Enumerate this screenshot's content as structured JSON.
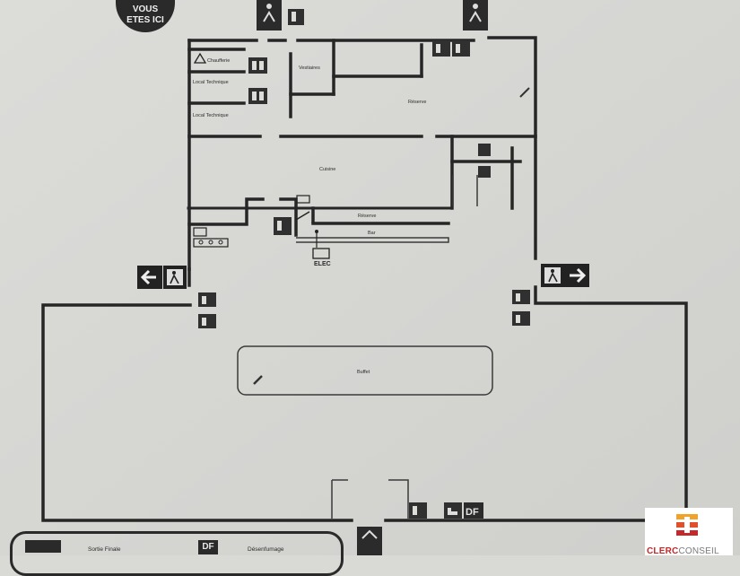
{
  "marker": {
    "line1": "VOUS",
    "line2": "ETES ICI"
  },
  "rooms": {
    "chaufferie": "Chaufferie",
    "local_technique_1": "Local Technique",
    "local_technique_2": "Local Technique",
    "vestiaires": "Vestiaires",
    "reserve_top": "Réserve",
    "cuisine": "Cuisine",
    "reserve_bottom": "Réserve",
    "bar": "Bar",
    "buffet": "Buffet",
    "elec": "ELEC"
  },
  "signs": {
    "df": "DF",
    "df_legend": "DF"
  },
  "legend": {
    "sortie_finale": "Sortie Finale",
    "desenfumage": "Désenfumage"
  },
  "logo": {
    "brand": "CLERC",
    "suffix": "CONSEIL"
  },
  "icons": [
    "exit-running-man-icon",
    "arrow-left-icon",
    "arrow-right-icon",
    "fire-extinguisher-icon",
    "warning-triangle-icon",
    "hand-push-icon",
    "electric-panel-icon",
    "pencil-icon"
  ]
}
